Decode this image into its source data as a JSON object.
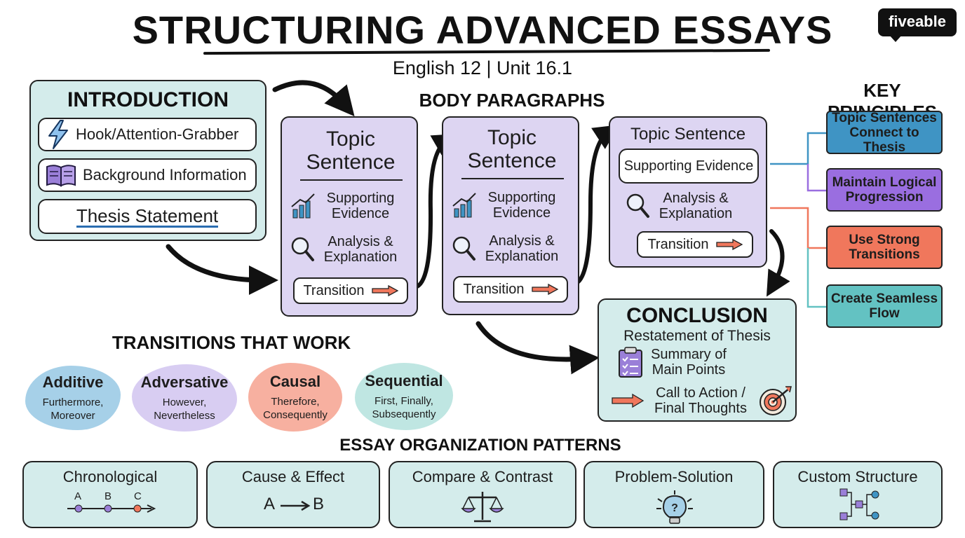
{
  "header": {
    "title": "STRUCTURING ADVANCED ESSAYS",
    "subtitle": "English 12 | Unit 16.1"
  },
  "logo": {
    "text": "fiveable"
  },
  "introduction": {
    "title": "INTRODUCTION",
    "items": [
      {
        "label": "Hook/Attention-Grabber",
        "icon": "lightning-icon"
      },
      {
        "label": "Background Information",
        "icon": "book-icon"
      },
      {
        "label": "Thesis Statement",
        "icon": "none"
      }
    ]
  },
  "body": {
    "title": "BODY PARAGRAPHS",
    "paragraphs": [
      {
        "topic": "Topic Sentence",
        "evidence": "Supporting Evidence",
        "analysis": "Analysis & Explanation",
        "transition": "Transition"
      },
      {
        "topic": "Topic Sentence",
        "evidence": "Supporting Evidence",
        "analysis": "Analysis & Explanation",
        "transition": "Transition"
      },
      {
        "topic": "Topic Sentence",
        "evidence": "Supporting Evidence",
        "analysis": "Analysis & Explanation",
        "transition": "Transition"
      }
    ]
  },
  "conclusion": {
    "title": "CONCLUSION",
    "restatement": "Restatement of Thesis",
    "summary": "Summary of Main Points",
    "call": "Call to Action / Final Thoughts"
  },
  "key_principles": {
    "title": "KEY PRINCIPLES",
    "items": [
      {
        "label": "Topic Sentences Connect to Thesis",
        "color": "#3f94c4"
      },
      {
        "label": "Maintain Logical Progression",
        "color": "#9a6ee0"
      },
      {
        "label": "Use Strong Transitions",
        "color": "#f0775c"
      },
      {
        "label": "Create Seamless Flow",
        "color": "#63c2c2"
      }
    ]
  },
  "transitions": {
    "title": "TRANSITIONS THAT WORK",
    "types": [
      {
        "name": "Additive",
        "examples": "Furthermore, Moreover",
        "color": "#a6d0e8"
      },
      {
        "name": "Adversative",
        "examples": "However, Nevertheless",
        "color": "#d8cdf2"
      },
      {
        "name": "Causal",
        "examples": "Therefore, Consequently",
        "color": "#f7b0a0"
      },
      {
        "name": "Sequential",
        "examples": "First, Finally, Subsequently",
        "color": "#bfe6e2"
      }
    ]
  },
  "patterns": {
    "title": "ESSAY ORGANIZATION PATTERNS",
    "items": [
      {
        "name": "Chronological",
        "labels": [
          "A",
          "B",
          "C"
        ]
      },
      {
        "name": "Cause & Effect",
        "labels": [
          "A",
          "B"
        ]
      },
      {
        "name": "Compare & Contrast"
      },
      {
        "name": "Problem-Solution"
      },
      {
        "name": "Custom Structure"
      }
    ]
  },
  "colors": {
    "teal": "#d4eceb",
    "lavender": "#ddd5f2",
    "coral": "#f0775c",
    "blue": "#3f94c4",
    "purple": "#9a6ee0"
  }
}
